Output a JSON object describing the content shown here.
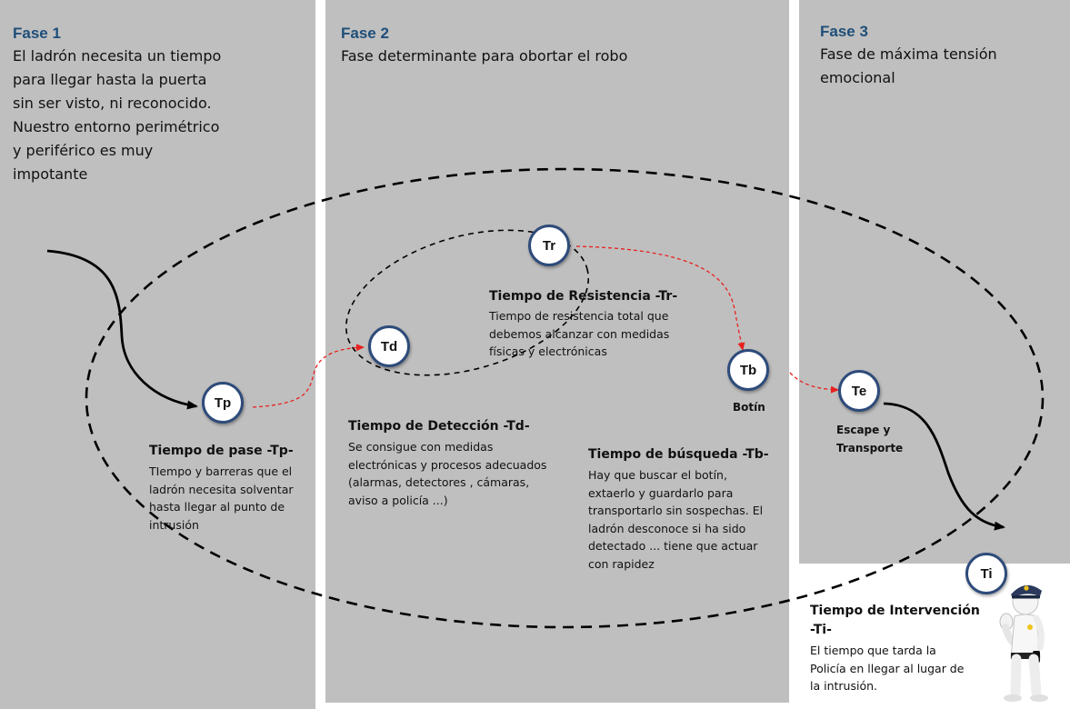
{
  "phases": [
    {
      "title": "Fase 1",
      "lines": [
        "El ladrón  necesita un tiempo",
        "para llegar hasta  la puerta",
        "sin ser visto, ni reconocido.",
        "Nuestro entorno perimétrico",
        "y periférico  es  muy",
        "impotante"
      ]
    },
    {
      "title": "Fase 2",
      "lines": [
        "Fase determinante  para obortar el robo"
      ]
    },
    {
      "title": "Fase 3",
      "lines": [
        "Fase de máxima tensión",
        "emocional"
      ]
    }
  ],
  "nodes": {
    "tp": "Tp",
    "td": "Td",
    "tr": "Tr",
    "tb": "Tb",
    "te": "Te",
    "ti": "Ti"
  },
  "blocks": {
    "tp": {
      "title": "Tiempo  de pase -Tp-",
      "lines": [
        "TIempo y barreras  que el",
        "ladrón necesita solventar",
        "hasta llegar al  punto de",
        "intrusión"
      ]
    },
    "td": {
      "title": "Tiempo de Detección -Td-",
      "lines": [
        "Se consigue con medidas",
        "electrónicas y procesos adecuados",
        "(alarmas, detectores , cámaras,",
        "aviso a policía ...)"
      ]
    },
    "tr": {
      "title": "Tiempo de Resistencia -Tr-",
      "lines": [
        "Tiempo de resistencia total que",
        "debemos alcanzar con medidas",
        "físicas y electrónicas"
      ]
    },
    "tb": {
      "title": "Tiempo de búsqueda -Tb-",
      "lines": [
        "Hay que buscar el botín,",
        "extaerlo y guardarlo para",
        "transportarlo  sin sospechas. El",
        "ladrón desconoce si ha sido",
        "detectado ... tiene  que actuar",
        "con rapidez"
      ]
    },
    "ti": {
      "title_lines": [
        "Tiempo de Intervención",
        "-Ti-"
      ],
      "lines": [
        "El tiempo que tarda la",
        "Policía en llegar al lugar de",
        "la intrusión."
      ]
    }
  },
  "labels": {
    "botin": "Botín",
    "escape": [
      "Escape y",
      "Transporte"
    ]
  },
  "colors": {
    "panel": "#bfbfbf",
    "title": "#1f4e79",
    "node_border": "#2e4b7a",
    "dashed_arrow": "#e8211f"
  },
  "icons": [
    "police-officer-figure"
  ]
}
